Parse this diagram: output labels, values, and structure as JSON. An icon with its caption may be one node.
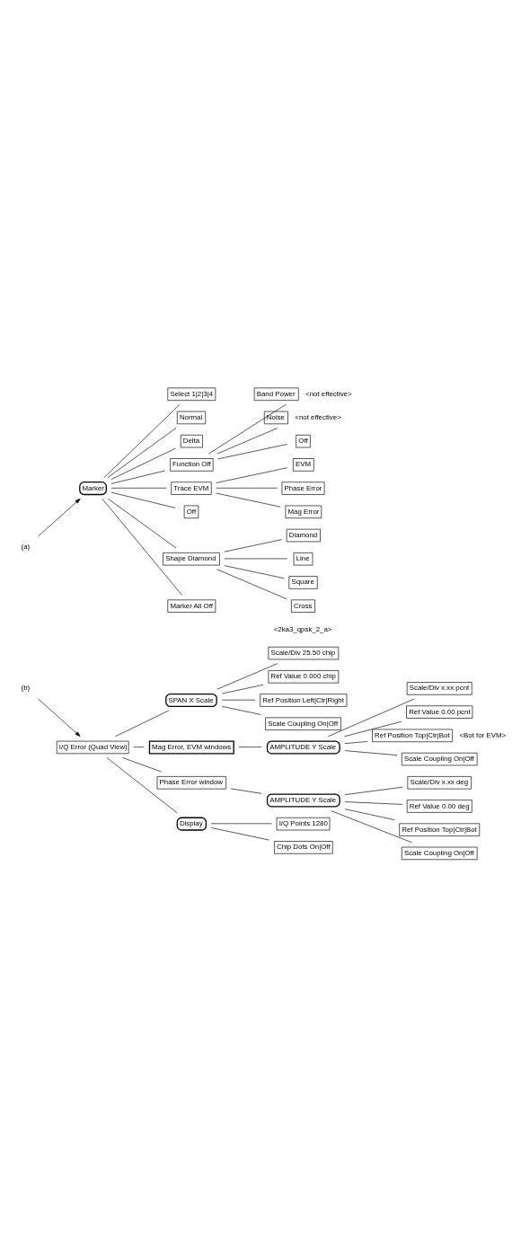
{
  "diagram": {
    "nodes": [
      {
        "text": [
          "(a)"
        ]
      },
      {
        "text": [
          "(b)"
        ]
      },
      {
        "text": [
          "I/Q Error (Quad View)"
        ]
      },
      {
        "text": [
          "SPAN X Scale"
        ]
      },
      {
        "text": [
          "Scale/Div 25.50 chip"
        ]
      },
      {
        "text": [
          "Ref Value 0.000 chip"
        ]
      },
      {
        "text": [
          "Ref Position Left|Ctr|Right"
        ]
      },
      {
        "text": [
          "Scale Coupling On|Off"
        ]
      },
      {
        "text": [
          "Mag Error, EVM windows"
        ]
      },
      {
        "text": [
          "AMPLITUDE Y Scale"
        ]
      },
      {
        "text": [
          "Scale/Div x.xx pcnt"
        ]
      },
      {
        "text": [
          "Ref Value 0.00 pcnt"
        ]
      },
      {
        "text": [
          "Ref Position Top|Ctr|Bot"
        ],
        "beside": [
          "<Bot for EVM>"
        ]
      },
      {
        "text": [
          "Scale Coupling On|Off"
        ]
      },
      {
        "text": [
          "Phase Error window"
        ]
      },
      {
        "text": [
          "AMPLITUDE Y Scale"
        ]
      },
      {
        "text": [
          "Scale/Div x.xx deg"
        ]
      },
      {
        "text": [
          "Ref Value 0.00 deg"
        ]
      },
      {
        "text": [
          "Ref Position Top|Ctr|Bot"
        ]
      },
      {
        "text": [
          "Scale Coupling On|Off"
        ]
      },
      {
        "text": [
          "Display"
        ]
      },
      {
        "text": [
          "I/Q Points 1280"
        ]
      },
      {
        "text": [
          "Chip Dots On|Off"
        ]
      },
      {
        "text": [
          "Marker"
        ]
      },
      {
        "text": [
          "Select 1|2|3|4"
        ]
      },
      {
        "text": [
          "Normal"
        ]
      },
      {
        "text": [
          "Delta"
        ]
      },
      {
        "text": [
          "Function Off"
        ]
      },
      {
        "text": [
          "Band Power"
        ],
        "beside": [
          "<not effective>"
        ]
      },
      {
        "text": [
          "Noise"
        ],
        "beside": [
          "<not effective>"
        ]
      },
      {
        "text": [
          "Off"
        ]
      },
      {
        "text": [
          "Trace EVM"
        ]
      },
      {
        "text": [
          "EVM"
        ]
      },
      {
        "text": [
          "Phase Error"
        ]
      },
      {
        "text": [
          "Mag Error"
        ]
      },
      {
        "text": [
          "Off"
        ]
      },
      {
        "text": [
          "Shape Diamond"
        ]
      },
      {
        "text": [
          "Diamond"
        ]
      },
      {
        "text": [
          "Line"
        ]
      },
      {
        "text": [
          "Square"
        ]
      },
      {
        "text": [
          "Cross"
        ]
      },
      {
        "text": [
          "Marker All Off"
        ]
      }
    ],
    "edges": [
      {
        "from": 0,
        "to": 23,
        "arrow": "to"
      },
      {
        "from": 1,
        "to": 2,
        "arrow": "to"
      },
      {
        "from": 2,
        "to": 3,
        "arrow": "none"
      },
      {
        "from": 3,
        "to": 4,
        "arrow": "none"
      },
      {
        "from": 3,
        "to": 5,
        "arrow": "none"
      },
      {
        "from": 3,
        "to": 6,
        "arrow": "none"
      },
      {
        "from": 3,
        "to": 7,
        "arrow": "none"
      },
      {
        "from": 2,
        "to": 8,
        "arrow": "none"
      },
      {
        "from": 8,
        "to": 9,
        "arrow": "none"
      },
      {
        "from": 9,
        "to": 10,
        "arrow": "none"
      },
      {
        "from": 9,
        "to": 11,
        "arrow": "none"
      },
      {
        "from": 9,
        "to": 12,
        "arrow": "none"
      },
      {
        "from": 9,
        "to": 13,
        "arrow": "none"
      },
      {
        "from": 2,
        "to": 14,
        "arrow": "none"
      },
      {
        "from": 14,
        "to": 15,
        "arrow": "none"
      },
      {
        "from": 15,
        "to": 16,
        "arrow": "none"
      },
      {
        "from": 15,
        "to": 17,
        "arrow": "none"
      },
      {
        "from": 15,
        "to": 18,
        "arrow": "none"
      },
      {
        "from": 15,
        "to": 19,
        "arrow": "none"
      },
      {
        "from": 2,
        "to": 20,
        "arrow": "none"
      },
      {
        "from": 20,
        "to": 21,
        "arrow": "none"
      },
      {
        "from": 20,
        "to": 22,
        "arrow": "none"
      },
      {
        "from": 23,
        "to": 24,
        "arrow": "none"
      },
      {
        "from": 23,
        "to": 25,
        "arrow": "none"
      },
      {
        "from": 23,
        "to": 26,
        "arrow": "none"
      },
      {
        "from": 23,
        "to": 27,
        "arrow": "none"
      },
      {
        "from": 27,
        "to": 28,
        "arrow": "none"
      },
      {
        "from": 27,
        "to": 29,
        "arrow": "none"
      },
      {
        "from": 27,
        "to": 30,
        "arrow": "none"
      },
      {
        "from": 23,
        "to": 31,
        "arrow": "none"
      },
      {
        "from": 31,
        "to": 32,
        "arrow": "none"
      },
      {
        "from": 31,
        "to": 33,
        "arrow": "none"
      },
      {
        "from": 31,
        "to": 34,
        "arrow": "none"
      },
      {
        "from": 23,
        "to": 35,
        "arrow": "none"
      },
      {
        "from": 23,
        "to": 36,
        "arrow": "none"
      },
      {
        "from": 36,
        "to": 37,
        "arrow": "none"
      },
      {
        "from": 36,
        "to": 38,
        "arrow": "none"
      },
      {
        "from": 36,
        "to": 39,
        "arrow": "none"
      },
      {
        "from": 36,
        "to": 40,
        "arrow": "none"
      },
      {
        "from": 23,
        "to": 41,
        "arrow": "none"
      }
    ],
    "labels": [
      "<2ka3_qpsk_2_a>"
    ]
  }
}
